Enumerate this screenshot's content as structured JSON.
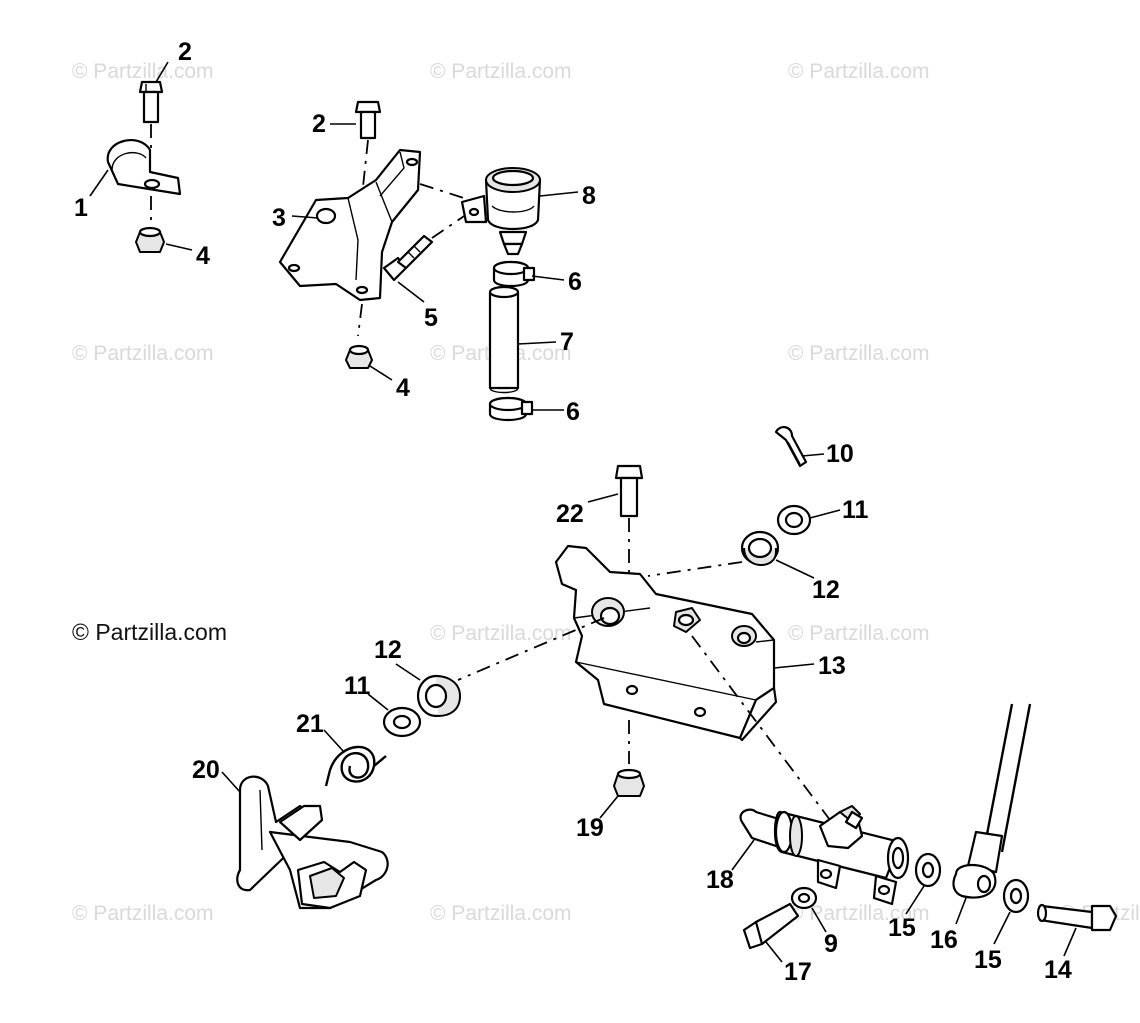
{
  "watermarks": [
    "© Partzilla.com",
    "© Partzilla.com",
    "© Partzilla.com",
    "© Partzilla.com",
    "© Partzilla.com",
    "© Partzilla.com",
    "© Partzilla.com",
    "© Partzilla.com",
    "© Partzilla.com",
    "© Partzilla.com",
    "© Partzilla.com",
    "© Partzilla.com"
  ],
  "copyright": "© Partzilla.com",
  "callouts": {
    "c1": "1",
    "c2a": "2",
    "c2b": "2",
    "c3": "3",
    "c4a": "4",
    "c4b": "4",
    "c5": "5",
    "c6a": "6",
    "c6b": "6",
    "c7": "7",
    "c8": "8",
    "c9": "9",
    "c10": "10",
    "c11a": "11",
    "c11b": "11",
    "c12a": "12",
    "c12b": "12",
    "c13": "13",
    "c14": "14",
    "c15a": "15",
    "c15b": "15",
    "c16": "16",
    "c17": "17",
    "c18": "18",
    "c19": "19",
    "c20": "20",
    "c21": "21",
    "c22": "22"
  }
}
